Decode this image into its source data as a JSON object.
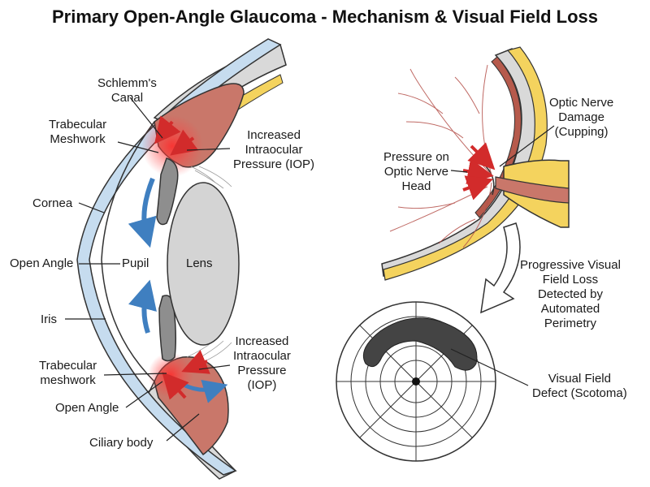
{
  "title": "Primary Open-Angle Glaucoma - Mechanism & Visual Field Loss",
  "labels": {
    "schlemms_canal": [
      "Schlemm's",
      "Canal"
    ],
    "trabecular_meshwork_top": [
      "Trabecular",
      "Meshwork"
    ],
    "increased_iop_top": [
      "Increased",
      "Intraocular",
      "Pressure (IOP)"
    ],
    "cornea": "Cornea",
    "open_angle_mid": "Open Angle",
    "pupil": "Pupil",
    "lens": "Lens",
    "iris": "Iris",
    "trabecular_meshwork_bottom": [
      "Trabecular",
      "meshwork"
    ],
    "increased_iop_bottom": [
      "Increased",
      "Intraocular",
      "Pressure",
      "(IOP)"
    ],
    "open_angle_bottom": "Open Angle",
    "ciliary_body": "Ciliary body",
    "optic_nerve_damage": [
      "Optic Nerve",
      "Damage",
      "(Cupping)"
    ],
    "pressure_on_optic_nerve_head": [
      "Pressure on",
      "Optic Nerve",
      "Head"
    ],
    "progressive_visual_field_loss": [
      "Progressive Visual",
      "Field Loss",
      "Detected by",
      "Automated",
      "Perimetry"
    ],
    "visual_field_defect": [
      "Visual Field",
      "Defect (Scotoma)"
    ]
  },
  "colors": {
    "cornea": "#c6dcef",
    "sclera": "#d9d9d9",
    "ciliary_tissue": "#c9776a",
    "iris": "#8e8e8e",
    "lens": "#d4d4d4",
    "aqueous_flow_arrow": "#3f7fc0",
    "pressure_arrow": "#d22b2b",
    "fat_layer": "#f4d35e",
    "scotoma": "#444444"
  }
}
